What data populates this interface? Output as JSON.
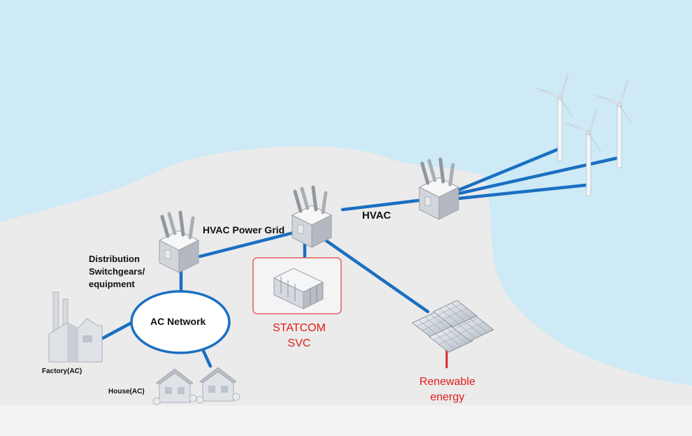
{
  "labels": {
    "distribution": [
      "Distribution",
      "Switchgears/",
      "equipment"
    ],
    "hvac_power_grid": "HVAC Power Grid",
    "hvac": "HVAC",
    "ac_network": "AC Network",
    "statcom": [
      "STATCOM",
      "SVC"
    ],
    "renewable": [
      "Renewable",
      "energy"
    ],
    "factory": "Factory(AC)",
    "house": "House(AC)"
  },
  "colors": {
    "sea": "#cdeaf6",
    "land": "#ebebeb",
    "line": "#1a6fc2",
    "accent_red": "#e01b1b",
    "statcom_border": "#e06060"
  },
  "icons": [
    "transformer-icon",
    "wind-turbine-icon",
    "solar-panel-icon",
    "factory-icon",
    "house-icon",
    "statcom-cabinet-icon"
  ]
}
